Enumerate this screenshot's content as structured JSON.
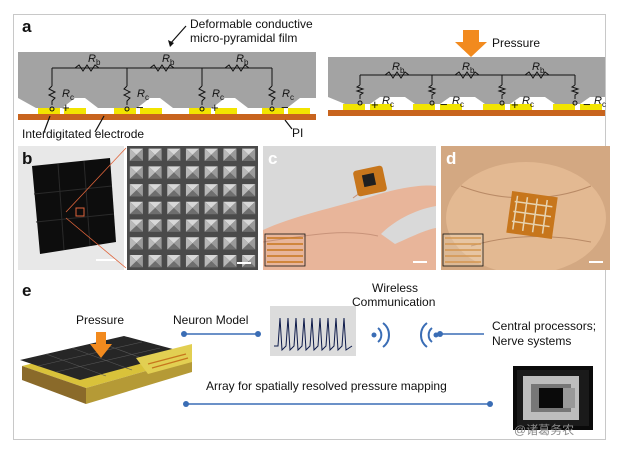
{
  "panels": {
    "a": {
      "label": "a",
      "film_label_line1": "Deformable conductive",
      "film_label_line2": "micro-pyramidal film",
      "pressure_label": "Pressure",
      "electrode_label": "Interdigitated electrode",
      "pi_label": "PI",
      "rb": "R",
      "rb_sub": "b",
      "rc": "R",
      "rc_sub": "c",
      "plus": "+",
      "minus": "−"
    },
    "b": {
      "label": "b"
    },
    "c": {
      "label": "c"
    },
    "d": {
      "label": "d"
    },
    "e": {
      "label": "e",
      "pressure_label": "Pressure",
      "neuron_label": "Neuron Model",
      "wireless_line1": "Wireless",
      "wireless_line2": "Communication",
      "central_line1": "Central processors;",
      "central_line2": "Nerve systems",
      "array_label": "Array for spatially resolved pressure mapping"
    }
  },
  "watermark": "@诸葛务农",
  "colors": {
    "film": "#a3a3a3",
    "substrate": "#c8641e",
    "electrode": "#f2e400",
    "arrow": "#f28a1e",
    "connector": "#3a6db5",
    "spike": "#0d1a4a"
  }
}
